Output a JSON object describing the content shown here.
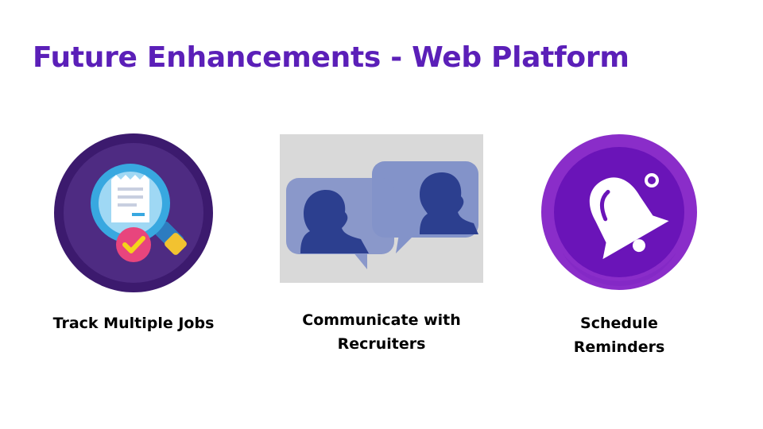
{
  "slide": {
    "title": "Future Enhancements - Web Platform",
    "title_color": "#5b1fb8"
  },
  "features": [
    {
      "label_lines": [
        "Track Multiple Jobs"
      ],
      "icon": "magnifier-document-check-icon"
    },
    {
      "label_lines": [
        "Communicate with",
        "Recruiters"
      ],
      "icon": "chat-bubbles-people-icon"
    },
    {
      "label_lines": [
        "Schedule",
        "Reminders"
      ],
      "icon": "bell-icon"
    }
  ],
  "colors": {
    "accent": "#5b1fb8",
    "track_circle_outer": "#3c1a6e",
    "track_circle_inner": "#4e2b82",
    "magnifier_ring": "#38a8e0",
    "check_badge": "#e8457d",
    "check_mark": "#f5d31a",
    "chat_background": "#d9d9d9",
    "chat_bubble": "#8393c9",
    "chat_silhouette": "#2c3f8f",
    "bell_circle_outer": "#8a2dc9",
    "bell_circle_inner": "#6a14b8",
    "bell_fill": "#ffffff"
  }
}
